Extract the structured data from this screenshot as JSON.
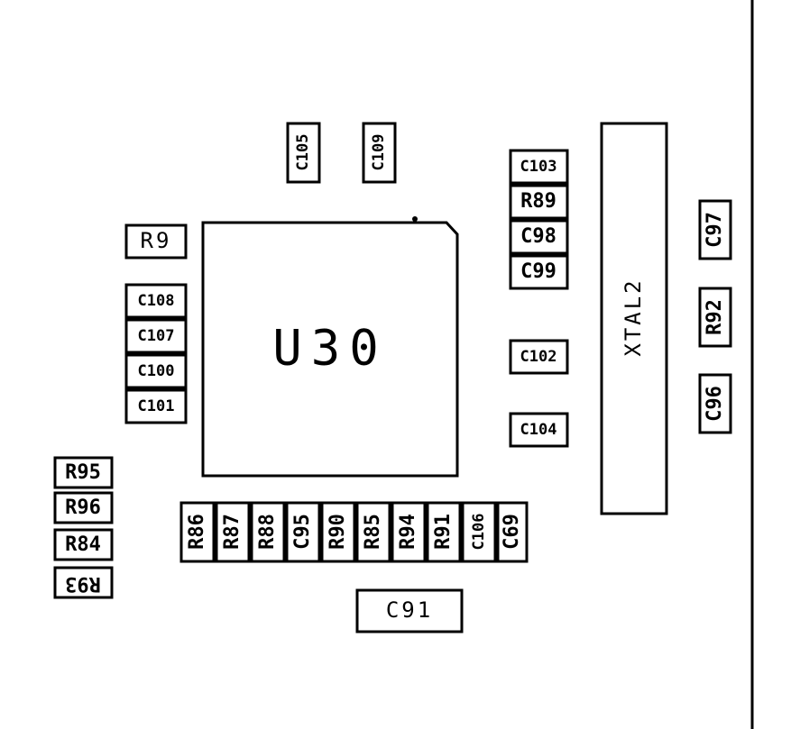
{
  "main_ic": {
    "designator": "U30"
  },
  "crystal": {
    "designator": "XTAL2"
  },
  "parts": {
    "c105": "C105",
    "c109": "C109",
    "r9": "R9",
    "c108": "C108",
    "c107": "C107",
    "c100": "C100",
    "c101": "C101",
    "c103": "C103",
    "r89": "R89",
    "c98": "C98",
    "c99": "C99",
    "c102": "C102",
    "c104": "C104",
    "c97": "C97",
    "r92": "R92",
    "c96": "C96",
    "r95": "R95",
    "r96": "R96",
    "r84": "R84",
    "r93": "R93",
    "r86": "R86",
    "r87": "R87",
    "r88": "R88",
    "c95": "C95",
    "r90": "R90",
    "r85": "R85",
    "r94": "R94",
    "r91": "R91",
    "c106": "C106",
    "c69": "C69",
    "c91": "C91"
  }
}
